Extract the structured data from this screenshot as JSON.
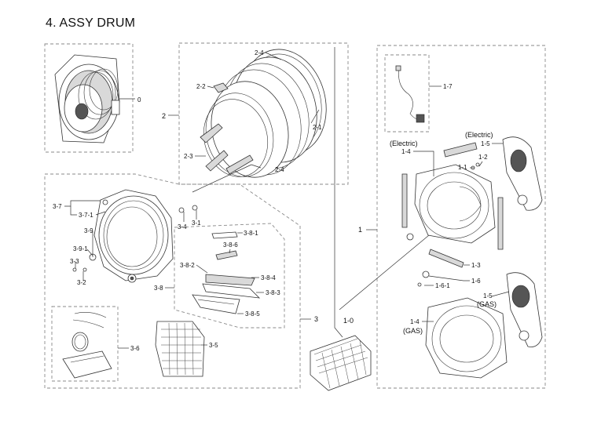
{
  "title": "4. ASSY DRUM",
  "labels": {
    "l0": "0",
    "l2": "2",
    "l2_4a": "2-4",
    "l2_2": "2-2",
    "l2_1": "2-1",
    "l2_3": "2-3",
    "l2_4b": "2-4",
    "l3_7": "3-7",
    "l3_7_1": "3-7-1",
    "l3_4": "3-4",
    "l3_1": "3-1",
    "l3_9": "3-9",
    "l3_9_1": "3-9-1",
    "l3_3": "3-3",
    "l3_2": "3-2",
    "l3_8_1": "3-8-1",
    "l3_8_6": "3-8-6",
    "l3_8_2": "3-8-2",
    "l3_8_4": "3-8-4",
    "l3_8": "3-8",
    "l3_8_3": "3-8-3",
    "l3_8_5": "3-8-5",
    "l3": "3",
    "l3_6": "3-6",
    "l3_5": "3-5",
    "l1_0": "1-0",
    "l1": "1",
    "l1_7": "1-7",
    "electric_a": "(Electric)",
    "electric_b": "(Electric)",
    "l1_4a": "1-4",
    "l1_5a": "1-5",
    "l1_2": "1-2",
    "l1_1": "1-1",
    "l1_3": "1-3",
    "l1_6": "1-6",
    "l1_6_1": "1-6-1",
    "l1_5b": "1-5",
    "gas_a": "(GAS)",
    "l1_4b": "1-4",
    "gas_b": "(GAS)"
  }
}
